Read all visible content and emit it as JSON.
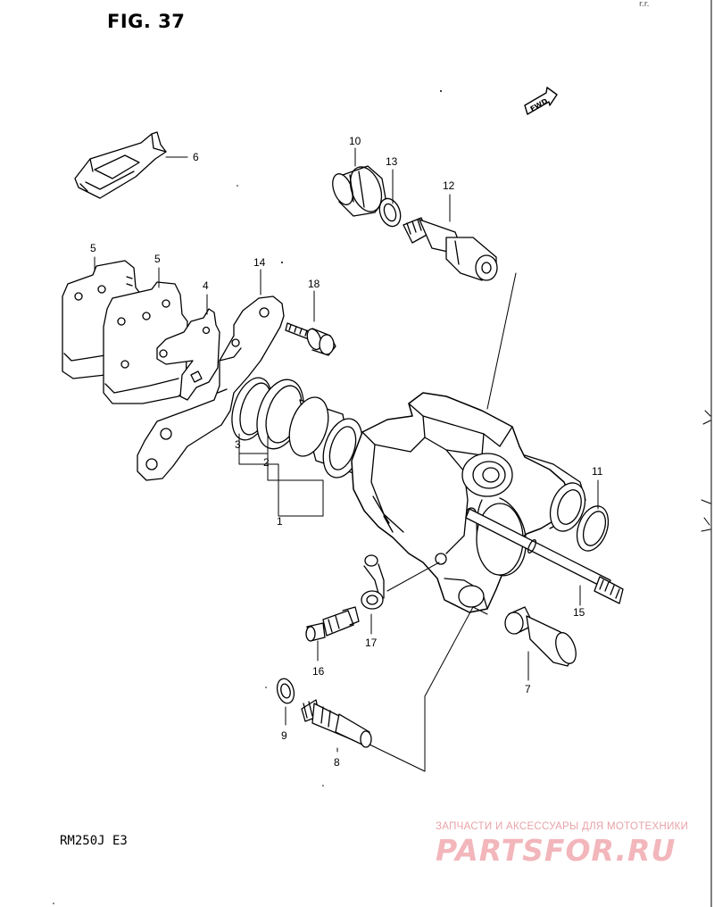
{
  "figure": {
    "title": "FIG. 37",
    "model": "RM250J  E3",
    "corner": "r.r."
  },
  "direction": {
    "label": "FWD"
  },
  "parts": [
    {
      "key": "p1",
      "number": "1"
    },
    {
      "key": "p2",
      "number": "2"
    },
    {
      "key": "p3",
      "number": "3"
    },
    {
      "key": "p4",
      "number": "4"
    },
    {
      "key": "p5a",
      "number": "5"
    },
    {
      "key": "p5b",
      "number": "5"
    },
    {
      "key": "p6",
      "number": "6"
    },
    {
      "key": "p7",
      "number": "7"
    },
    {
      "key": "p8",
      "number": "8"
    },
    {
      "key": "p9",
      "number": "9"
    },
    {
      "key": "p10",
      "number": "10"
    },
    {
      "key": "p11",
      "number": "11"
    },
    {
      "key": "p12",
      "number": "12"
    },
    {
      "key": "p13",
      "number": "13"
    },
    {
      "key": "p14",
      "number": "14"
    },
    {
      "key": "p15",
      "number": "15"
    },
    {
      "key": "p16",
      "number": "16"
    },
    {
      "key": "p17",
      "number": "17"
    },
    {
      "key": "p18",
      "number": "18"
    }
  ],
  "watermark": {
    "tagline": "ЗАПЧАСТИ И АКСЕССУАРЫ ДЛЯ МОТОТЕХНИКИ",
    "brand": "PARTSFOR.RU",
    "color": "#f2b6bb"
  }
}
